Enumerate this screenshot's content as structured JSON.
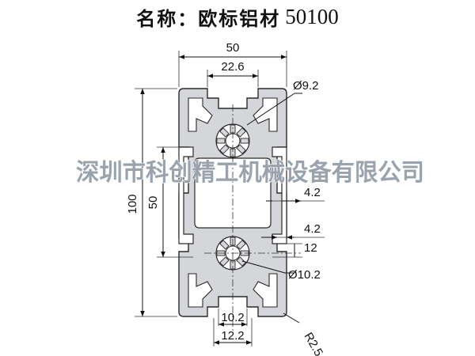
{
  "title": {
    "name_label": "名称：欧标铝材",
    "model": "50100"
  },
  "watermark": "深圳市科创精工机械设备有限公司",
  "dimensions": {
    "outer_width": "50",
    "slot_opening": "22.6",
    "hole_top": "Ø9.2",
    "total_height": "100",
    "half_height": "50",
    "slot_depth": "4.2",
    "wall": "4.2",
    "slot_width": "12",
    "hole_center": "Ø10.2",
    "bottom_inner": "10.2",
    "bottom_outer": "12.2",
    "corner_radius": "R2.5"
  },
  "colors": {
    "profile_fill": "#d4d6d9",
    "profile_stroke": "#2a2a2a",
    "watermark": "#9aa3ad"
  }
}
